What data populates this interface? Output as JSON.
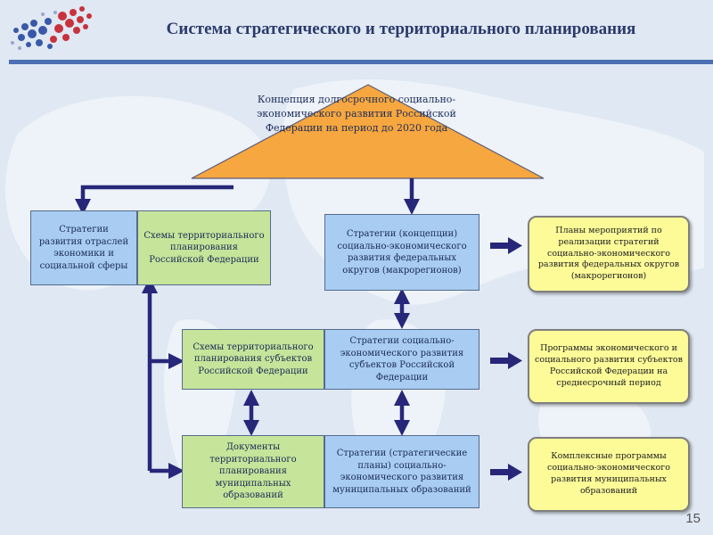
{
  "header": {
    "title": "Система стратегического и территориального планирования"
  },
  "apex": {
    "text": "Концепция долгосрочного социально-экономического развития Российской Федерации на период до 2020 года"
  },
  "federal": {
    "strategies_sectors": "Стратегии развития отраслей экономики и социальной сферы",
    "territorial_schemes_rf": "Схемы территориального планирования Российской Федерации",
    "strategies_districts": "Стратегии (концепции) социально-экономического развития федеральных округов (макрорегионов)",
    "action_plans": "Планы мероприятий по реализации стратегий социально-экономического развития федеральных округов (макрорегионов)"
  },
  "regional": {
    "territorial_schemes_subjects": "Схемы территориального планирования субъектов Российской Федерации",
    "strategies_subjects": "Стратегии социально-экономического развития субъектов Российской Федерации",
    "programs_midterm": "Программы экономического и социального развития субъектов Российской Федерации на среднесрочный период"
  },
  "municipal": {
    "documents_planning": "Документы территориального планирования муниципальных образований",
    "strategies_municipal": "Стратегии (стратегические планы) социально-экономического развития муниципальных образований",
    "complex_programs": "Комплексные программы социально-экономического развития муниципальных образований"
  },
  "page_number": "15",
  "colors": {
    "apex": "#f7a73f",
    "blue_box": "#a8ccf2",
    "green_box": "#c6e49a",
    "yellow_box": "#fcfb98",
    "arrow": "#27277a",
    "title": "#2b3a6b"
  }
}
